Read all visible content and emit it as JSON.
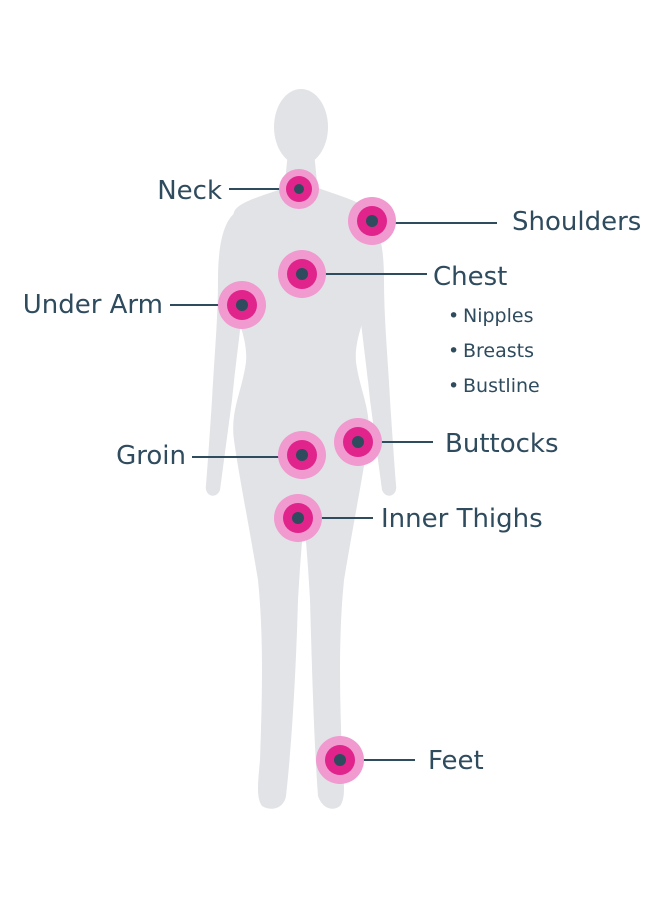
{
  "colors": {
    "background": "#ffffff",
    "silhouette": "#e2e3e7",
    "text": "#2f4b5e",
    "marker_outer": "#f09ad0",
    "marker_inner": "#e0248c",
    "marker_center": "#2f4b5e"
  },
  "labels": {
    "neck": "Neck",
    "shoulders": "Shoulders",
    "chest": "Chest",
    "under_arm": "Under Arm",
    "groin": "Groin",
    "buttocks": "Buttocks",
    "inner_thighs": "Inner Thighs",
    "feet": "Feet"
  },
  "chest_items": [
    "Nipples",
    "Breasts",
    "Bustline"
  ],
  "bullet": "•"
}
